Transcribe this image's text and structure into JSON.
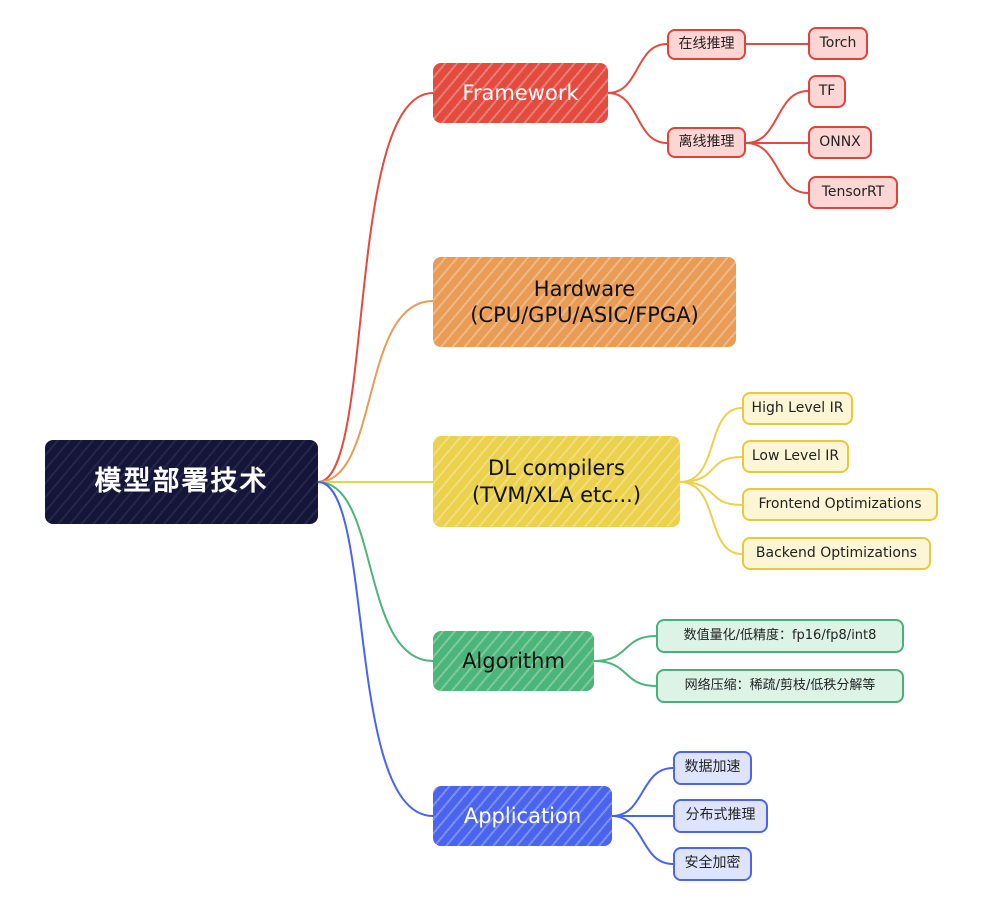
{
  "root": {
    "label": "模型部署技术"
  },
  "branches": {
    "framework": {
      "label": "Framework",
      "color": "#e34b3f",
      "children": [
        {
          "label": "在线推理",
          "children": [
            "Torch"
          ]
        },
        {
          "label": "离线推理",
          "children": [
            "TF",
            "ONNX",
            "TensorRT"
          ]
        }
      ]
    },
    "hardware": {
      "label_line1": "Hardware",
      "label_line2": "(CPU/GPU/ASIC/FPGA)",
      "color": "#e99c55"
    },
    "compilers": {
      "label_line1": "DL compilers",
      "label_line2": "(TVM/XLA etc...)",
      "color": "#ecd14c",
      "children": [
        "High Level IR",
        "Low Level IR",
        "Frontend Optimizations",
        "Backend Optimizations"
      ]
    },
    "algorithm": {
      "label": "Algorithm",
      "color": "#4cb67a",
      "children": [
        "数值量化/低精度：fp16/fp8/int8",
        "网络压缩：稀疏/剪枝/低秩分解等"
      ]
    },
    "application": {
      "label": "Application",
      "color": "#4a64ee",
      "children": [
        "数据加速",
        "分布式推理",
        "安全加密"
      ]
    }
  }
}
